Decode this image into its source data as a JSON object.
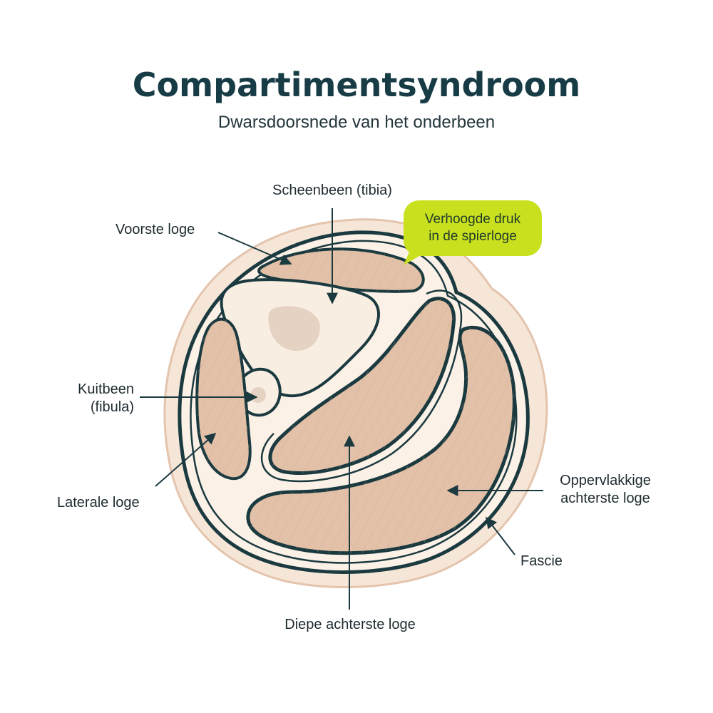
{
  "title": "Compartimentsyndroom",
  "subtitle": "Dwarsdoorsnede van het onderbeen",
  "labels": {
    "tibia": "Scheenbeen (tibia)",
    "anterior": "Voorste loge",
    "fibula_line1": "Kuitbeen",
    "fibula_line2": "(fibula)",
    "lateral": "Laterale loge",
    "deep_posterior": "Diepe achterste loge",
    "superficial_line1": "Oppervlakkige",
    "superficial_line2": "achterste loge",
    "fascia": "Fascie"
  },
  "callout": {
    "line1": "Verhoogde druk",
    "line2": "in de spierloge"
  },
  "colors": {
    "title": "#173c46",
    "outline": "#1b3a40",
    "skin": "#f6e6d8",
    "skin_border": "#e4c4ad",
    "muscle": "#e2c1a8",
    "bone": "#f8efe2",
    "marrow": "#e6d2c3",
    "callout": "#c9e01f"
  }
}
